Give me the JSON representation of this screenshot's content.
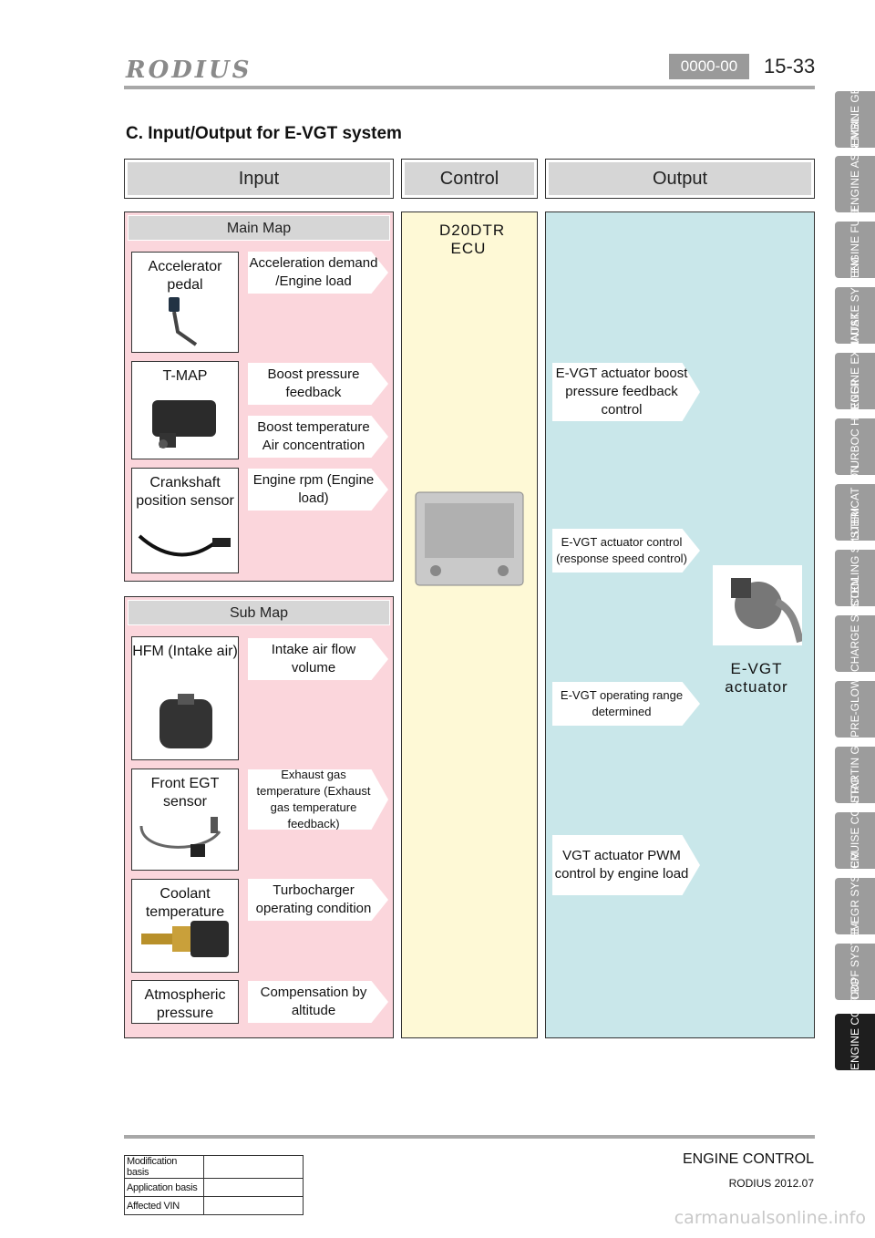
{
  "header": {
    "logo": "RODIUS",
    "code": "0000-00",
    "page": "15-33"
  },
  "section_title": "C. Input/Output for E-VGT system",
  "columns": {
    "input": "Input",
    "control": "Control",
    "output": "Output"
  },
  "main_map": {
    "title": "Main Map",
    "sensors": [
      "Accelerator pedal",
      "T-MAP",
      "Crankshaft position sensor"
    ],
    "signals": [
      "Acceleration demand /Engine load",
      "Boost pressure feedback",
      "Boost temperature Air concentration",
      "Engine rpm (Engine load)"
    ]
  },
  "sub_map": {
    "title": "Sub Map",
    "sensors": [
      "HFM (Intake air)",
      "Front EGT sensor",
      "Coolant temperature",
      "Atmospheric pressure"
    ],
    "signals": [
      "Intake air flow volume",
      "Exhaust gas temperature (Exhaust gas temperature feedback)",
      "Turbocharger operating condition",
      "Compensation by altitude"
    ]
  },
  "control": {
    "ecu": "D20DTR ECU"
  },
  "output": {
    "items": [
      "E-VGT actuator boost pressure feedback control",
      "E-VGT actuator control (response speed control)",
      "E-VGT operating range determined",
      "VGT actuator PWM control by engine load"
    ],
    "actuator": "E-VGT actuator"
  },
  "side_tabs": [
    "ENGINE GENERAL",
    "ENGINE ASSEMBL",
    "ENGINE FUEL",
    "INTAKE SYSTEM",
    "ENGINE EXHAUST",
    "TURBOC HARGER",
    "LUBRICAT ION",
    "COOLING SYSTEM",
    "CHARGE SYSTEM",
    "PRE-GLOW",
    "STARTIN G",
    "CRUISE CONTRO",
    "E-EGR SYSTEM",
    "CDPF SYSTEM",
    "ENGINE CONTRO"
  ],
  "active_tab_index": 14,
  "footer": {
    "title": "ENGINE CONTROL",
    "date": "RODIUS 2012.07",
    "table": [
      "Modification basis",
      "Application basis",
      "Affected VIN"
    ]
  },
  "watermark": "carmanualsonline.info"
}
